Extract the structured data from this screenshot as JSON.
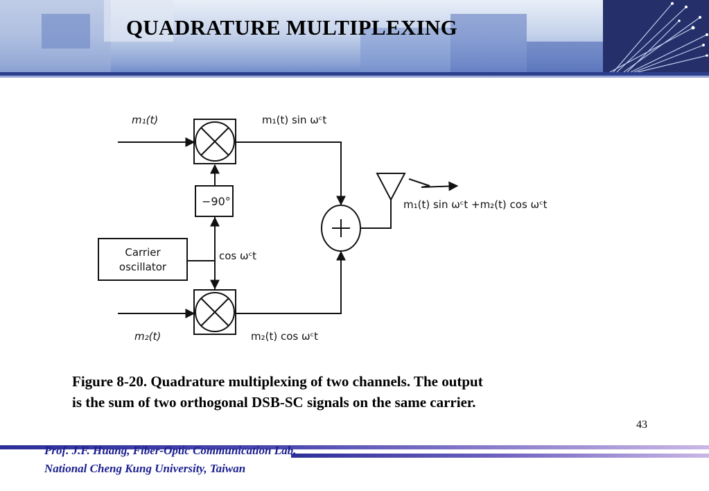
{
  "slide": {
    "title": "QUADRATURE MULTIPLEXING",
    "page_number": "43"
  },
  "diagram": {
    "input_1": "m₁(t)",
    "input_2": "m₂(t)",
    "product_1": "m₁(t) sin ωᶜt",
    "product_2": "m₂(t) cos ωᶜt",
    "phase_shifter": "−90°",
    "oscillator_line_1": "Carrier",
    "oscillator_line_2": "oscillator",
    "carrier_signal": "cos ωᶜt",
    "output": "m₁(t) sin ωᶜt +m₂(t) cos ωᶜt"
  },
  "caption": {
    "line_1": "Figure 8-20. Quadrature multiplexing of two channels. The output",
    "line_2": "is the sum of two orthogonal DSB-SC signals on the same carrier."
  },
  "footer": {
    "line_1": "Prof. J.F. Huang, Fiber-Optic Communication Lab.",
    "line_2": "National Cheng Kung University, Taiwan"
  },
  "colors": {
    "header_dark": "#2b3f8c",
    "footer_text": "#1b1f8f",
    "footer_bar_dark": "#2d2f9a",
    "footer_bar_light": "#c9b8e6"
  }
}
